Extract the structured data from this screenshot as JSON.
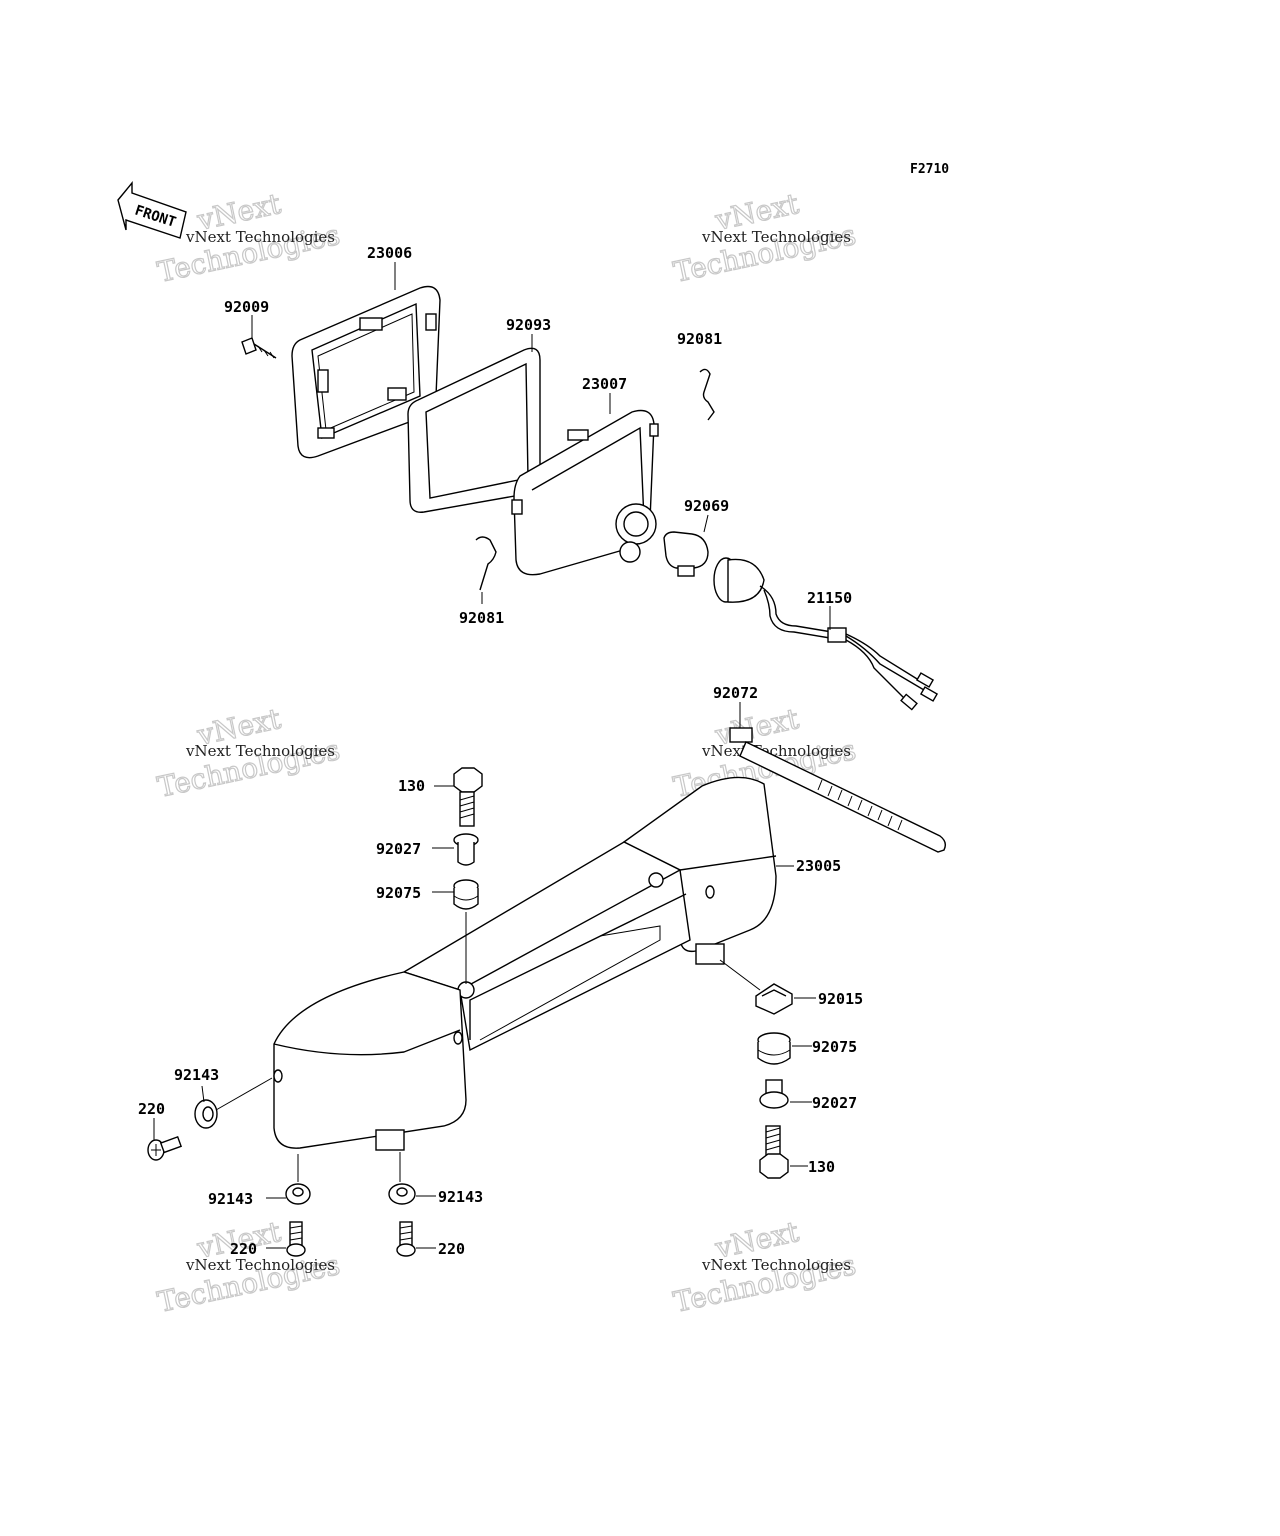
{
  "figure_code": "F2710",
  "front_label": "FRONT",
  "watermark": {
    "company": "vNext",
    "line1": "vNext Technologies",
    "line2": "Technologies"
  },
  "parts": {
    "p23006": "23006",
    "p92009": "92009",
    "p92093": "92093",
    "p92081_top": "92081",
    "p23007": "23007",
    "p92069": "92069",
    "p92081_bottom": "92081",
    "p21150": "21150",
    "p92072": "92072",
    "p130_top": "130",
    "p92027_top": "92027",
    "p92075_top": "92075",
    "p23005": "23005",
    "p92015": "92015",
    "p92075_right": "92075",
    "p92027_right": "92027",
    "p130_right": "130",
    "p92143_left": "92143",
    "p220_left": "220",
    "p92143_bottom_left": "92143",
    "p220_bottom_left": "220",
    "p92143_bottom_right": "92143",
    "p220_bottom_right": "220"
  }
}
